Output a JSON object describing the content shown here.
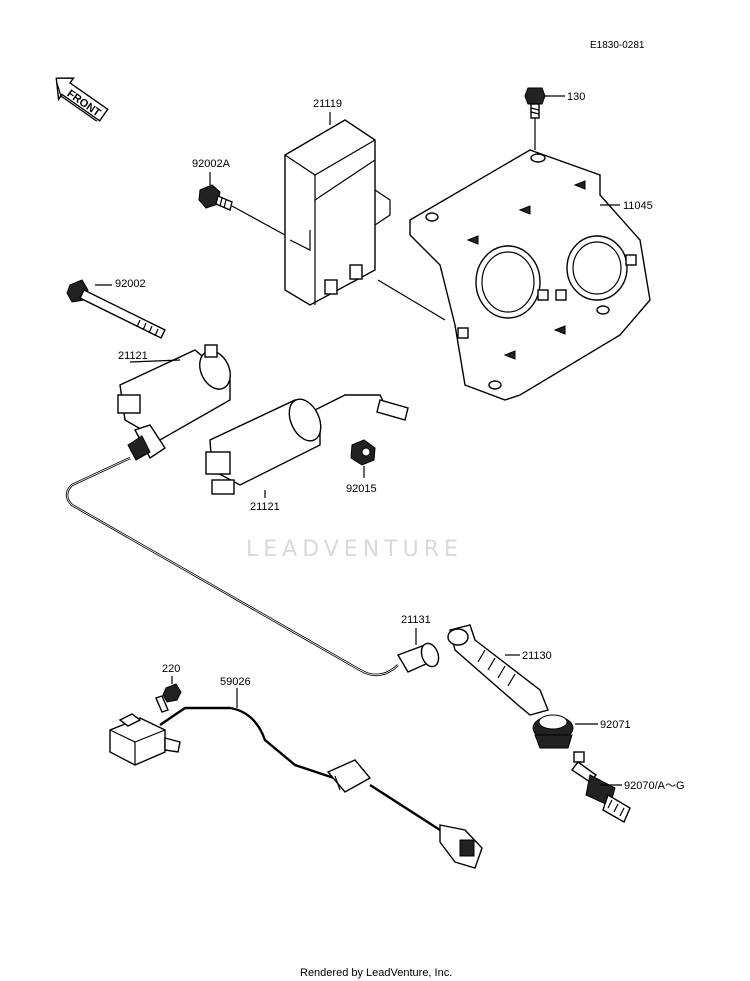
{
  "diagram_code": "E1830-0281",
  "front_label": "FRONT",
  "watermark": "LEADVENTURE",
  "footer": "Rendered by LeadVenture, Inc.",
  "parts": {
    "p130": "130",
    "p21119": "21119",
    "p92002A": "92002A",
    "p11045": "11045",
    "p92002": "92002",
    "p21121_top": "21121",
    "p21121_bottom": "21121",
    "p92015": "92015",
    "p21131": "21131",
    "p21130": "21130",
    "p220": "220",
    "p59026": "59026",
    "p92071": "92071",
    "p92070": "92070/A～G"
  }
}
